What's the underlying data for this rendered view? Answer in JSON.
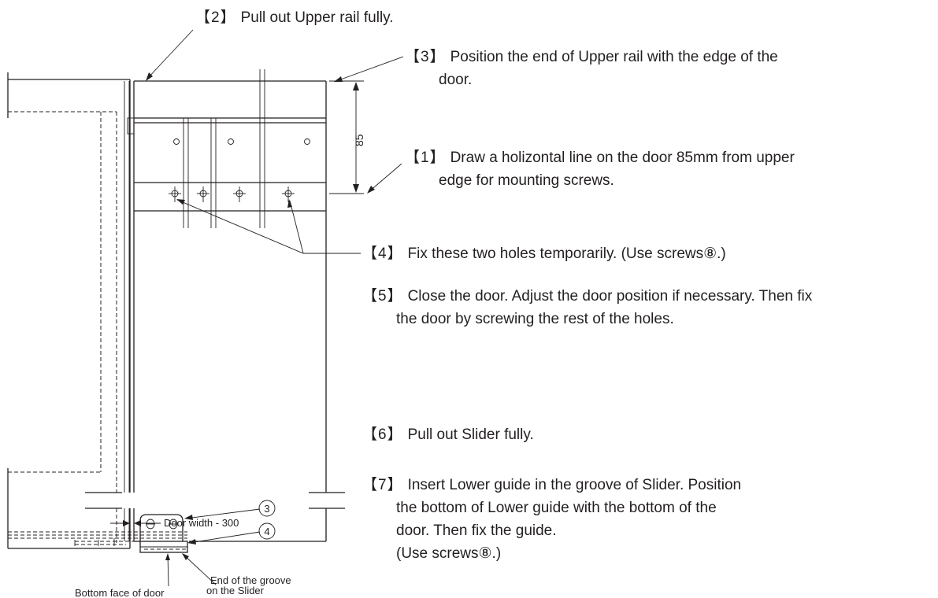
{
  "steps": [
    {
      "num": "【2】",
      "lines": [
        "Pull out Upper rail fully."
      ]
    },
    {
      "num": "【3】",
      "lines": [
        "Position the end of Upper rail with the edge of the",
        "door."
      ]
    },
    {
      "num": "【1】",
      "lines": [
        "Draw a holizontal line on the door 85mm from upper",
        "edge for mounting screws."
      ]
    },
    {
      "num": "【4】",
      "lines": [
        "Fix these two holes temporarily. (Use screws⑧.)"
      ]
    },
    {
      "num": "【5】",
      "lines": [
        "Close the door. Adjust the door position if necessary. Then fix",
        "the door by screwing the rest of the holes."
      ]
    },
    {
      "num": "【6】",
      "lines": [
        "Pull out Slider fully."
      ]
    },
    {
      "num": "【7】",
      "lines": [
        "Insert Lower guide in the groove of Slider. Position",
        "the bottom of Lower guide with the bottom of the",
        "door. Then fix the guide.",
        "(Use screws⑧.)"
      ]
    }
  ],
  "drawing": {
    "dimension_85": "85",
    "door_width_label": "Door width - 300",
    "part_3": "3",
    "part_4": "4",
    "groove_label_1": "End of the groove",
    "groove_label_2": "on the Slider",
    "bottom_face_label": "Bottom face of door"
  }
}
